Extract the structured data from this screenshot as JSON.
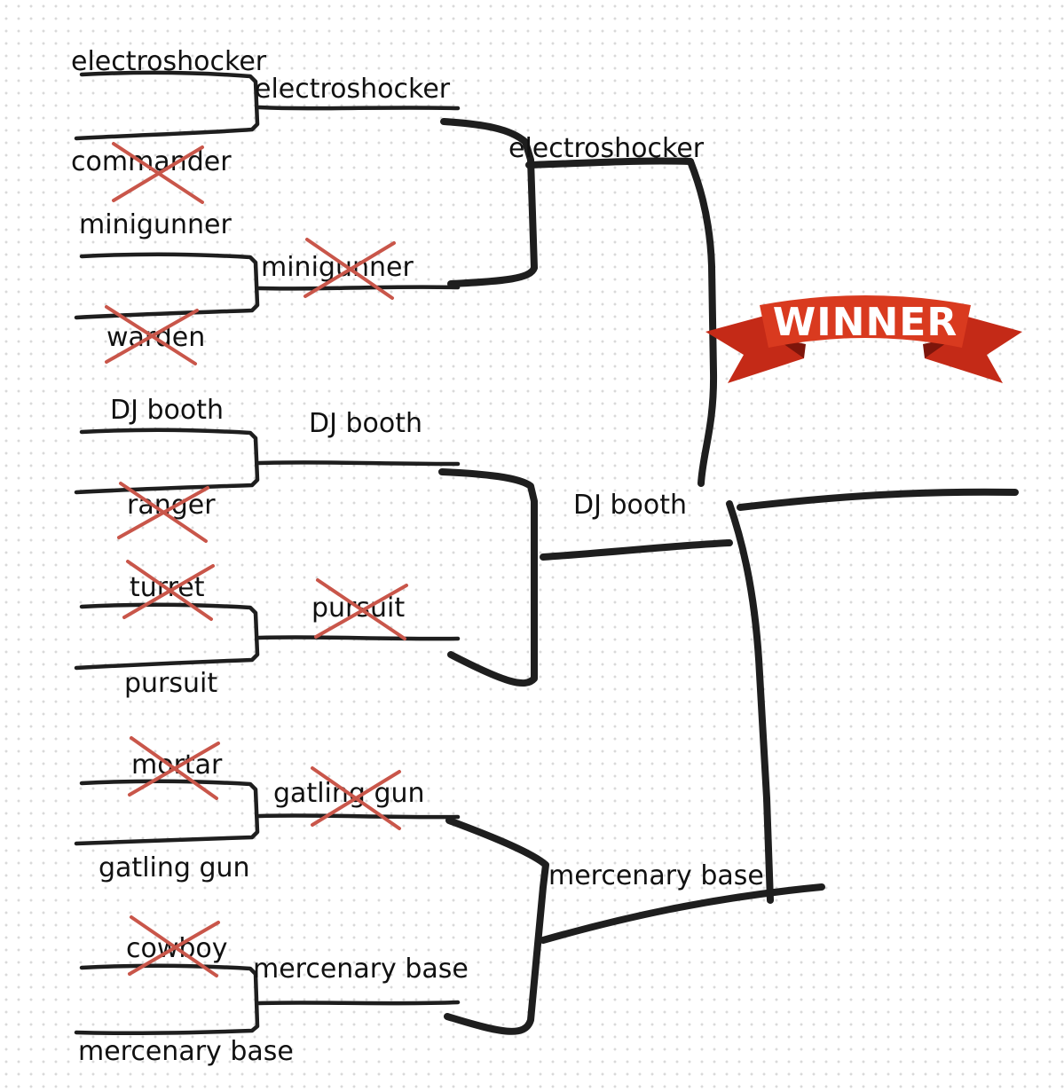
{
  "round1": [
    {
      "label": "electroshocker",
      "eliminated": false
    },
    {
      "label": "commander",
      "eliminated": true
    },
    {
      "label": "minigunner",
      "eliminated": false
    },
    {
      "label": "warden",
      "eliminated": true
    },
    {
      "label": "DJ booth",
      "eliminated": false
    },
    {
      "label": "ranger",
      "eliminated": true
    },
    {
      "label": "turret",
      "eliminated": true
    },
    {
      "label": "pursuit",
      "eliminated": false
    },
    {
      "label": "mortar",
      "eliminated": true
    },
    {
      "label": "gatling gun",
      "eliminated": false
    },
    {
      "label": "cowboy",
      "eliminated": true
    },
    {
      "label": "mercenary base",
      "eliminated": false
    }
  ],
  "round2": [
    {
      "label": "electroshocker",
      "eliminated": false
    },
    {
      "label": "minigunner",
      "eliminated": true
    },
    {
      "label": "DJ booth",
      "eliminated": false
    },
    {
      "label": "pursuit",
      "eliminated": true
    },
    {
      "label": "gatling gun",
      "eliminated": true
    },
    {
      "label": "mercenary base",
      "eliminated": false
    }
  ],
  "round3": [
    {
      "label": "electroshocker",
      "eliminated": false
    },
    {
      "label": "DJ booth",
      "eliminated": false
    },
    {
      "label": "mercenary base",
      "eliminated": false
    }
  ],
  "banner": {
    "text": "WINNER",
    "ribbon_color": "#d93a1f",
    "fold_color": "#9a1e10"
  },
  "strike_color": "#c9564a"
}
